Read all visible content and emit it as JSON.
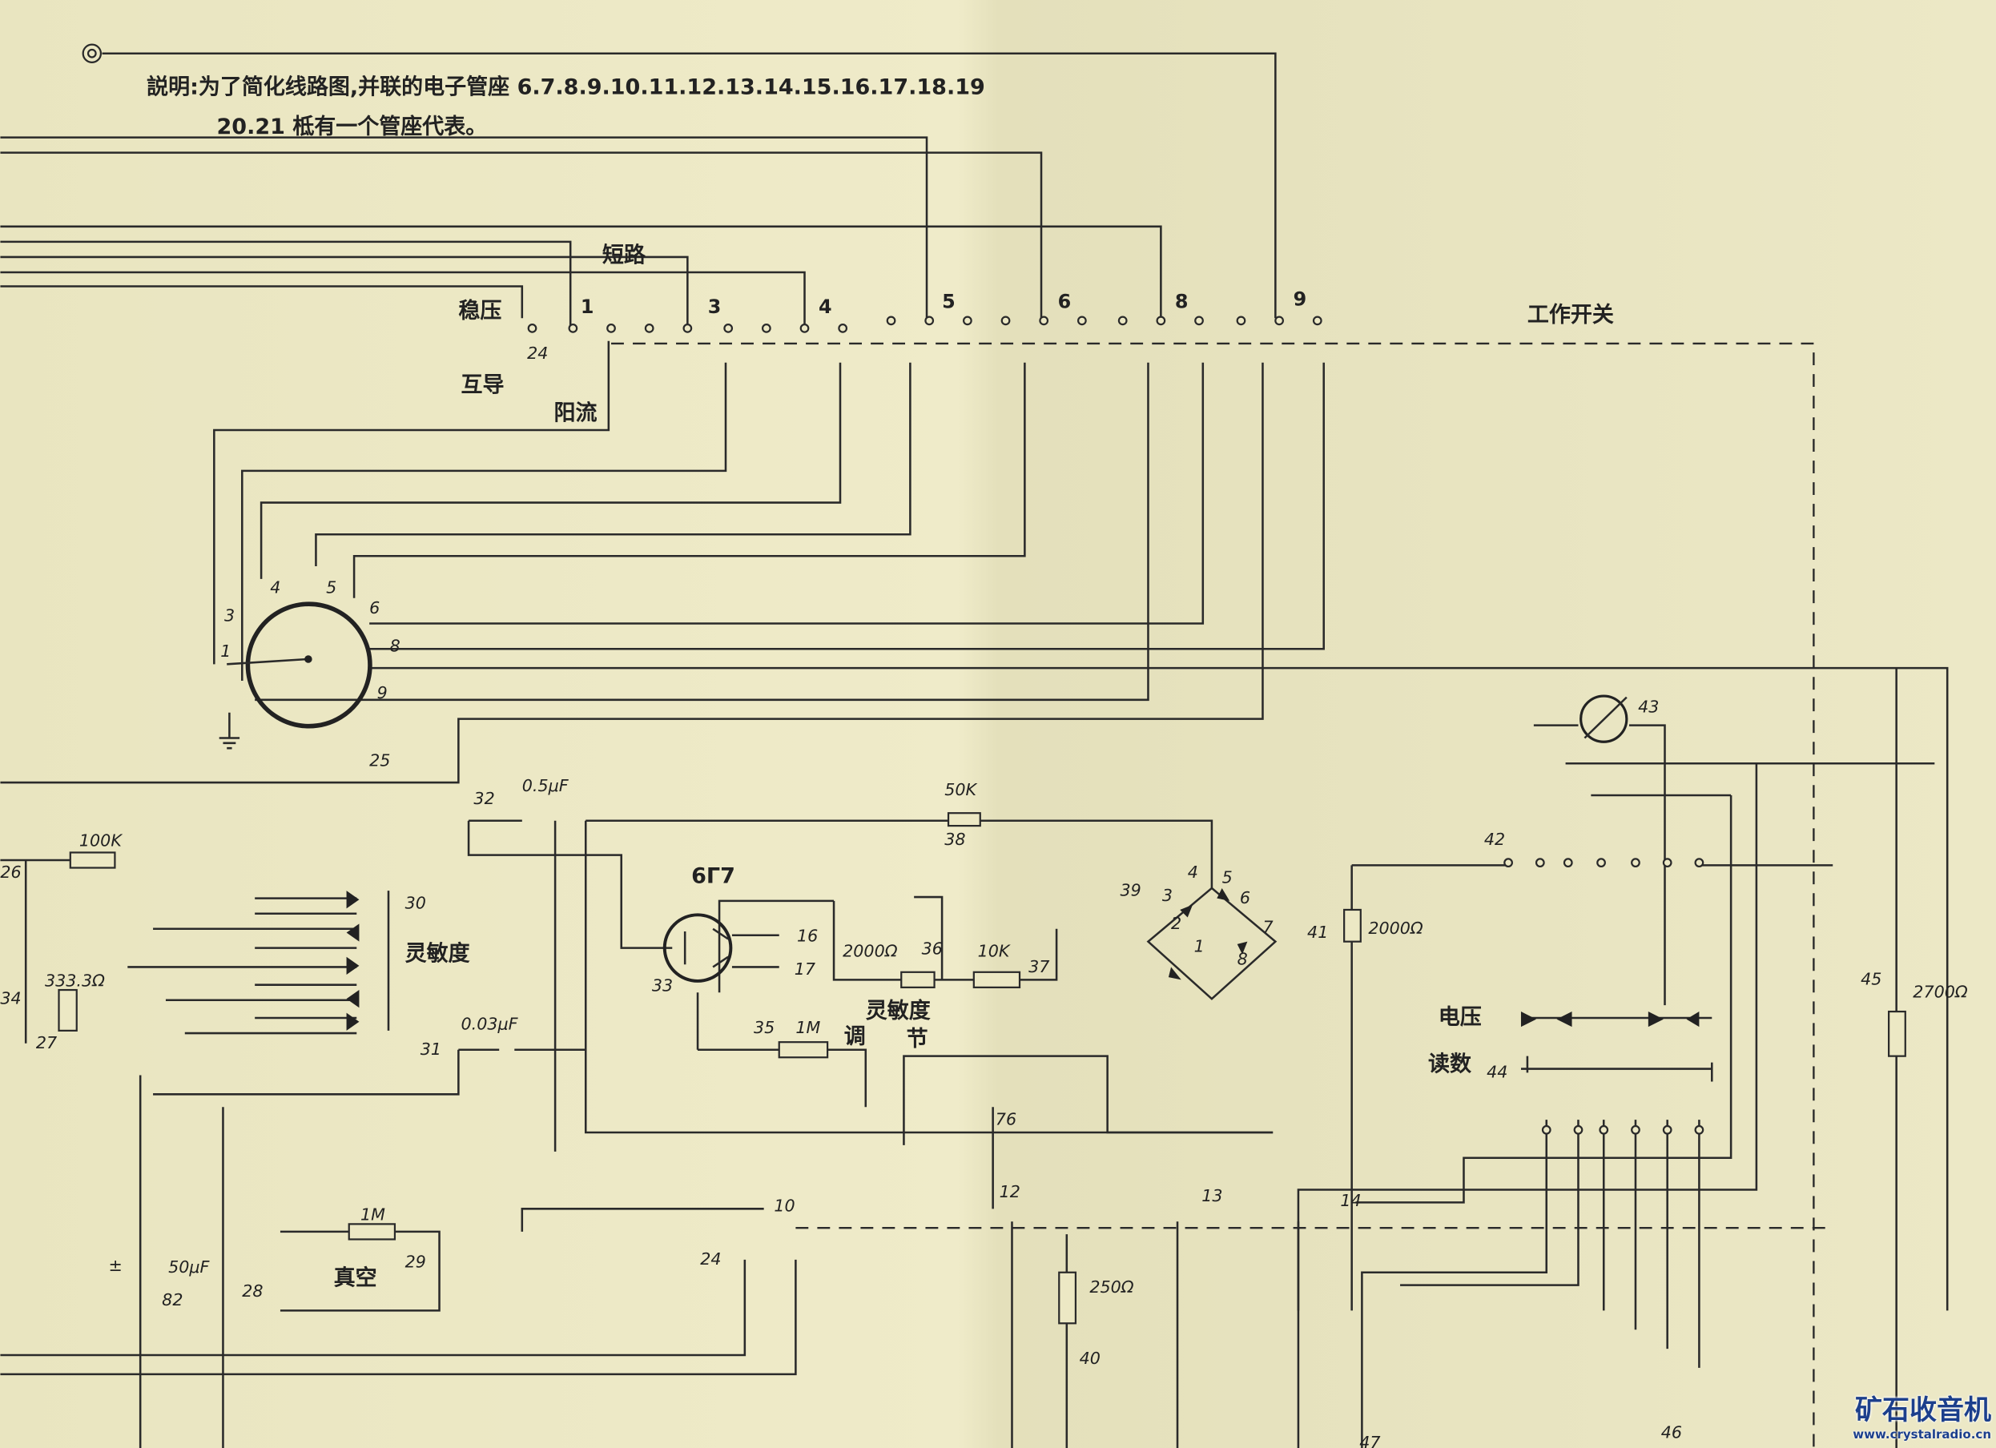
{
  "note": {
    "line1": "説明:为了简化线路图,并联的电子管座 6.7.8.9.10.11.12.13.14.15.16.17.18.19",
    "line2": "20.21 柢有一个管座代表。"
  },
  "switch": {
    "short": "短路",
    "regulator": "稳压",
    "transconductance": "互导",
    "plate_current": "阳流",
    "contact24": "24",
    "positions": [
      "1",
      "3",
      "4",
      "5",
      "6",
      "8",
      "9"
    ],
    "work_switch": "工作开关"
  },
  "rotary": {
    "pins": [
      "3",
      "4",
      "5",
      "6",
      "8",
      "1",
      "9"
    ],
    "label": "25"
  },
  "components": {
    "c32": "32",
    "c32_value": "0.5μF",
    "r38_value": "50K",
    "r38": "38",
    "r26_value": "100K",
    "n26": "26",
    "n30": "30",
    "sensitivity": "灵敏度",
    "tube": "6Г7",
    "n16": "16",
    "n17": "17",
    "n33": "33",
    "r36_value": "2000Ω",
    "n36": "36",
    "r37_value": "10K",
    "n37": "37",
    "n39": "39",
    "n41": "41",
    "r41_value": "2000Ω",
    "n42": "42",
    "n43": "43",
    "n45": "45",
    "r45_value": "2700Ω",
    "voltage": "电压",
    "reading": "读数",
    "n44": "44",
    "r27_value": "333.3Ω",
    "n34": "34",
    "n27": "27",
    "n35": "35",
    "r35_value": "1M",
    "adj": "灵敏度",
    "adj2": "调",
    "adj3": "节",
    "c31_value": "0.03μF",
    "n31": "31",
    "n76": "76",
    "n12": "12",
    "n10": "10",
    "n13": "13",
    "n14": "14",
    "n24": "24",
    "r29_value": "1M",
    "n29": "29",
    "n28": "28",
    "vacuum": "真空",
    "c82_value": "50μF",
    "pm": "±",
    "n82": "82",
    "r40_value": "250Ω",
    "n40": "40",
    "n47": "47",
    "n46": "46",
    "bridge": [
      "4",
      "5",
      "3",
      "6",
      "2",
      "7",
      "1",
      "8"
    ]
  },
  "watermark": {
    "name": "矿石收音机",
    "url": "www.crystalradio.cn"
  }
}
